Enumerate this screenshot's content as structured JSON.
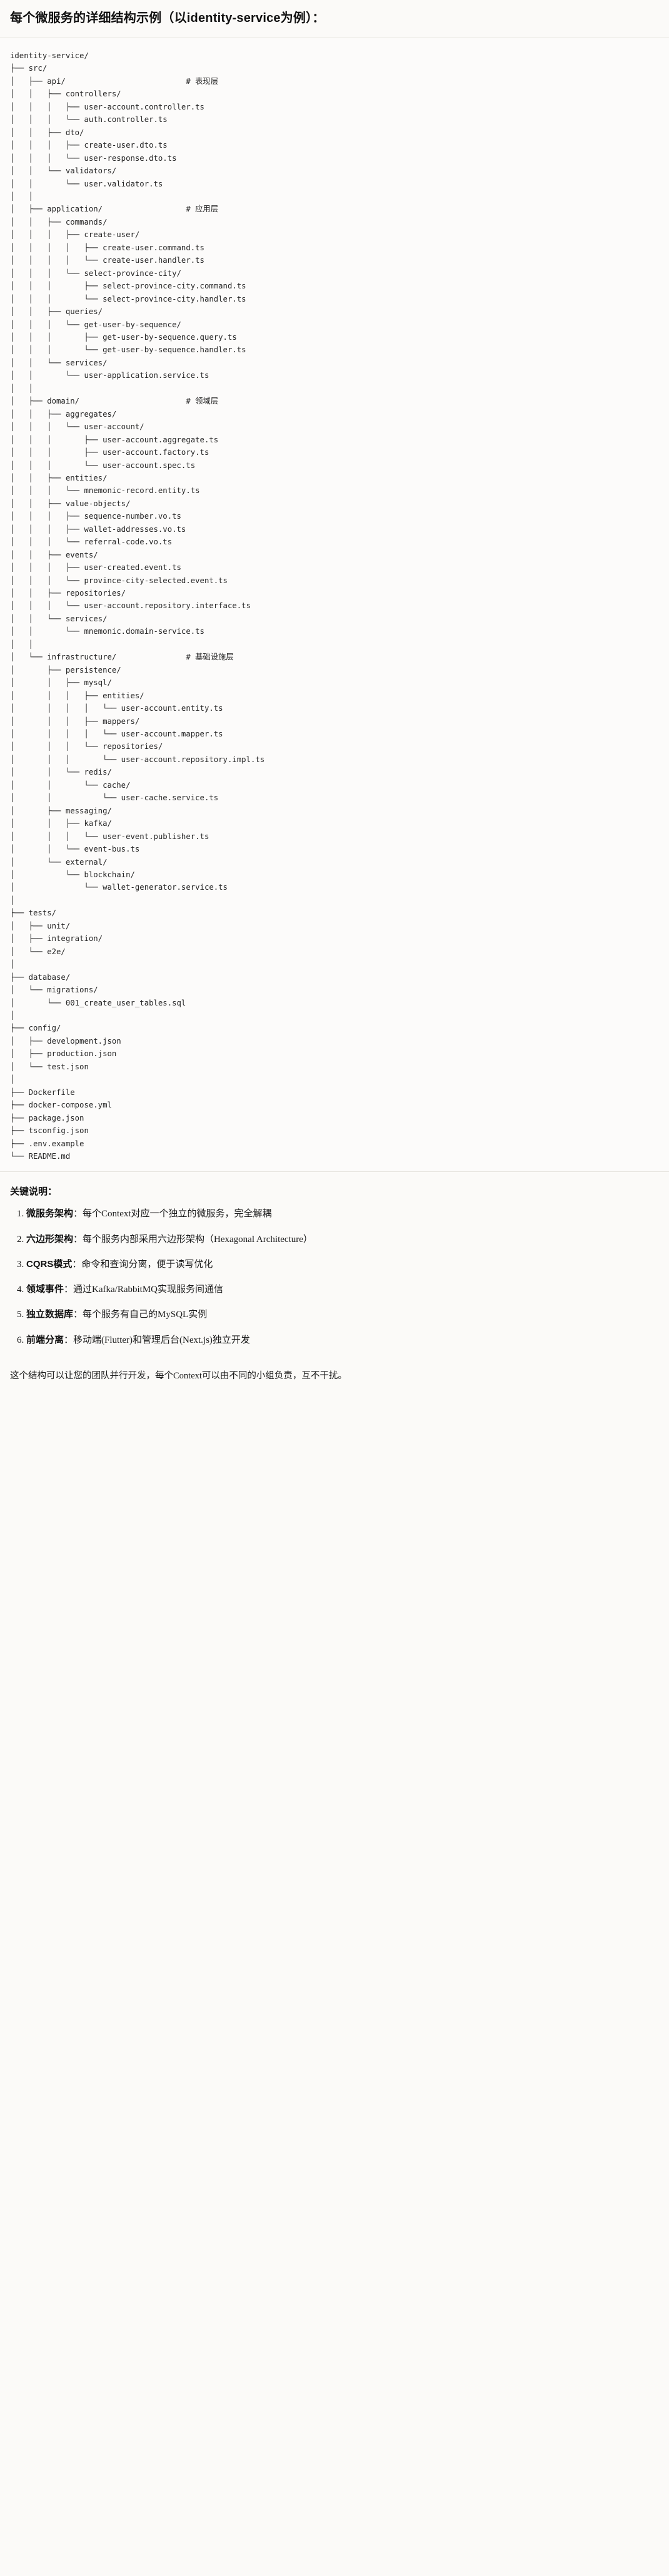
{
  "title": "每个微服务的详细结构示例（以identity-service为例）：",
  "tree": {
    "text": "identity-service/\n├── src/\n│   ├── api/                          # 表现层\n│   │   ├── controllers/\n│   │   │   ├── user-account.controller.ts\n│   │   │   └── auth.controller.ts\n│   │   ├── dto/\n│   │   │   ├── create-user.dto.ts\n│   │   │   └── user-response.dto.ts\n│   │   └── validators/\n│   │       └── user.validator.ts\n│   │\n│   ├── application/                  # 应用层\n│   │   ├── commands/\n│   │   │   ├── create-user/\n│   │   │   │   ├── create-user.command.ts\n│   │   │   │   └── create-user.handler.ts\n│   │   │   └── select-province-city/\n│   │   │       ├── select-province-city.command.ts\n│   │   │       └── select-province-city.handler.ts\n│   │   ├── queries/\n│   │   │   └── get-user-by-sequence/\n│   │   │       ├── get-user-by-sequence.query.ts\n│   │   │       └── get-user-by-sequence.handler.ts\n│   │   └── services/\n│   │       └── user-application.service.ts\n│   │\n│   ├── domain/                       # 领域层\n│   │   ├── aggregates/\n│   │   │   └── user-account/\n│   │   │       ├── user-account.aggregate.ts\n│   │   │       ├── user-account.factory.ts\n│   │   │       └── user-account.spec.ts\n│   │   ├── entities/\n│   │   │   └── mnemonic-record.entity.ts\n│   │   ├── value-objects/\n│   │   │   ├── sequence-number.vo.ts\n│   │   │   ├── wallet-addresses.vo.ts\n│   │   │   └── referral-code.vo.ts\n│   │   ├── events/\n│   │   │   ├── user-created.event.ts\n│   │   │   └── province-city-selected.event.ts\n│   │   ├── repositories/\n│   │   │   └── user-account.repository.interface.ts\n│   │   └── services/\n│   │       └── mnemonic.domain-service.ts\n│   │\n│   └── infrastructure/               # 基础设施层\n│       ├── persistence/\n│       │   ├── mysql/\n│       │   │   ├── entities/\n│       │   │   │   └── user-account.entity.ts\n│       │   │   ├── mappers/\n│       │   │   │   └── user-account.mapper.ts\n│       │   │   └── repositories/\n│       │   │       └── user-account.repository.impl.ts\n│       │   └── redis/\n│       │       └── cache/\n│       │           └── user-cache.service.ts\n│       ├── messaging/\n│       │   ├── kafka/\n│       │   │   └── user-event.publisher.ts\n│       │   └── event-bus.ts\n│       └── external/\n│           └── blockchain/\n│               └── wallet-generator.service.ts\n│\n├── tests/\n│   ├── unit/\n│   ├── integration/\n│   └── e2e/\n│\n├── database/\n│   └── migrations/\n│       └── 001_create_user_tables.sql\n│\n├── config/\n│   ├── development.json\n│   ├── production.json\n│   └── test.json\n│\n├── Dockerfile\n├── docker-compose.yml\n├── package.json\n├── tsconfig.json\n├── .env.example\n└── README.md"
  },
  "notes": {
    "heading": "关键说明：",
    "items": [
      {
        "term": "微服务架构",
        "sep": "：",
        "desc": "每个Context对应一个独立的微服务，完全解耦"
      },
      {
        "term": "六边形架构",
        "sep": "：",
        "desc": "每个服务内部采用六边形架构（Hexagonal Architecture）"
      },
      {
        "term": "CQRS模式",
        "sep": "：",
        "desc": "命令和查询分离，便于读写优化"
      },
      {
        "term": "领域事件",
        "sep": "：",
        "desc": "通过Kafka/RabbitMQ实现服务间通信"
      },
      {
        "term": "独立数据库",
        "sep": "：",
        "desc": "每个服务有自己的MySQL实例"
      },
      {
        "term": "前端分离",
        "sep": "：",
        "desc": "移动端(Flutter)和管理后台(Next.js)独立开发"
      }
    ],
    "closing": "这个结构可以让您的团队并行开发，每个Context可以由不同的小组负责，互不干扰。"
  },
  "colors": {
    "page_background": "#fbfaf8",
    "code_background": "#fcfbfa",
    "rule": "#e6e4df",
    "text": "#1b1b1b",
    "code_text": "#262626"
  }
}
